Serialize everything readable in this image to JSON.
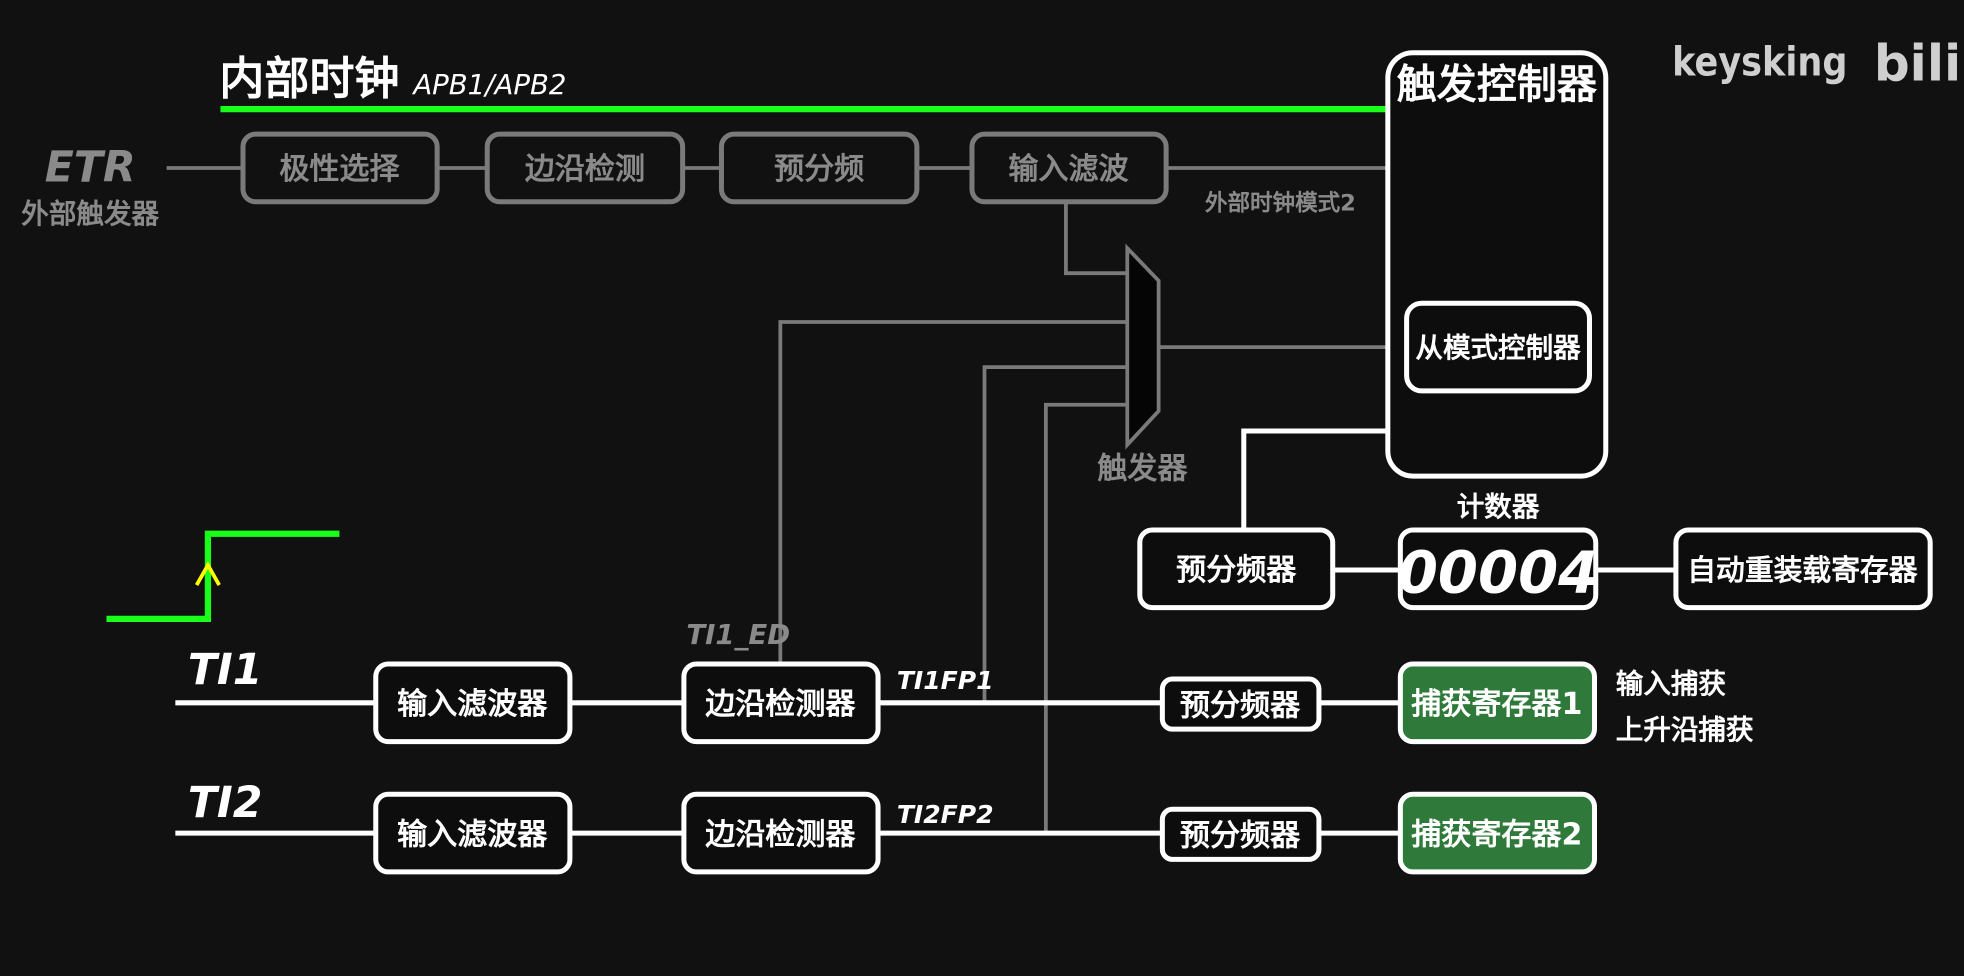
{
  "logo": {
    "brand": "keysking",
    "platform": "bili"
  },
  "internal_clock": {
    "title": "内部时钟",
    "subtitle": "APB1/APB2"
  },
  "trigger_controller": {
    "title": "触发控制器",
    "slave_mode": "从模式控制器"
  },
  "etr": {
    "label": "ETR",
    "sublabel": "外部触发器",
    "blocks": [
      "极性选择",
      "边沿检测",
      "预分频",
      "输入滤波"
    ],
    "mode_label": "外部时钟模式2"
  },
  "trigger_mux": {
    "label": "触发器"
  },
  "counter": {
    "label": "计数器",
    "value": "00004",
    "prescaler": "预分频器",
    "auto_reload": "自动重装载寄存器"
  },
  "channels": [
    {
      "name": "TI1",
      "filter": "输入滤波器",
      "edge": "边沿检测器",
      "edge_out": "TI1_ED",
      "fp": "TI1FP1",
      "prescaler": "预分频器",
      "capture": "捕获寄存器1",
      "note": [
        "输入捕获",
        "上升沿捕获"
      ]
    },
    {
      "name": "TI2",
      "filter": "输入滤波器",
      "edge": "边沿检测器",
      "fp": "TI2FP2",
      "prescaler": "预分频器",
      "capture": "捕获寄存器2"
    }
  ],
  "colors": {
    "clock_line": "#1aff1a",
    "arrow": "#ffff00",
    "capture_fill": "#2f7a3a"
  }
}
